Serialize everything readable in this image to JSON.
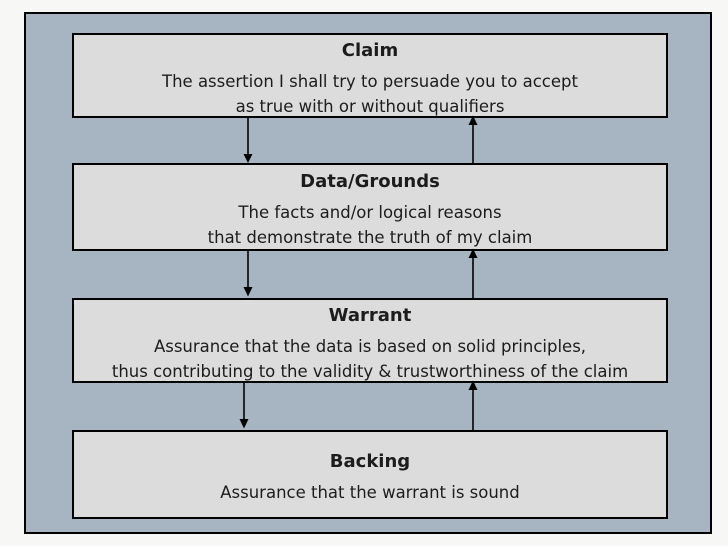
{
  "colors": {
    "page_bg": "#f7f7f6",
    "panel_bg": "#a7b4c2",
    "panel_border": "#000000",
    "box_bg": "#dcdcdc",
    "box_border": "#000000",
    "text": "#1c1c1c",
    "arrow": "#000000"
  },
  "boxes": [
    {
      "title": "Claim",
      "body": [
        "The assertion I shall try to persuade you to accept",
        "as true with or without qualifiers"
      ]
    },
    {
      "title": "Data/Grounds",
      "body": [
        "The facts and/or logical reasons",
        "that demonstrate the truth of my claim"
      ]
    },
    {
      "title": "Warrant",
      "body": [
        "Assurance that the data is based on solid principles,",
        "thus contributing to the validity & trustworthiness of the claim"
      ]
    },
    {
      "title": "Backing",
      "body": [
        "Assurance that the warrant is sound"
      ]
    }
  ],
  "arrows": [
    {
      "name": "down-arrow-claim-to-data",
      "direction": "down"
    },
    {
      "name": "up-arrow-data-to-claim",
      "direction": "up"
    },
    {
      "name": "down-arrow-data-to-warrant",
      "direction": "down"
    },
    {
      "name": "up-arrow-warrant-to-data",
      "direction": "up"
    },
    {
      "name": "down-arrow-warrant-to-backing",
      "direction": "down"
    },
    {
      "name": "up-arrow-backing-to-warrant",
      "direction": "up"
    }
  ]
}
